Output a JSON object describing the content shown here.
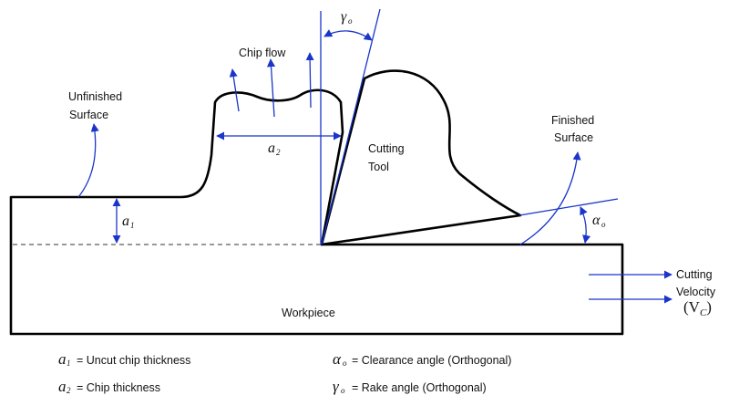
{
  "labels": {
    "chip_flow": "Chip flow",
    "unfinished_surface_line1": "Unfinished",
    "unfinished_surface_line2": "Surface",
    "finished_surface_line1": "Finished",
    "finished_surface_line2": "Surface",
    "cutting_tool_line1": "Cutting",
    "cutting_tool_line2": "Tool",
    "workpiece": "Workpiece",
    "cutting_velocity_line1": "Cutting",
    "cutting_velocity_line2": "Velocity",
    "velocity_symbol": "(V",
    "velocity_subscript": "C",
    "velocity_close": ")"
  },
  "symbols": {
    "a1": {
      "base": "a",
      "sub": "1"
    },
    "a2": {
      "base": "a",
      "sub": "2"
    },
    "alpha_o": {
      "base": "α",
      "sub": "o"
    },
    "gamma_o": {
      "base": "γ",
      "sub": "o"
    }
  },
  "legend": {
    "a1_text": "= Uncut chip thickness",
    "a2_text": "= Chip thickness",
    "alpha_text": "= Clearance angle  (Orthogonal)",
    "gamma_text": "= Rake angle (Orthogonal)"
  },
  "colors": {
    "annotation": "#1a35c9",
    "outline": "#000000"
  }
}
